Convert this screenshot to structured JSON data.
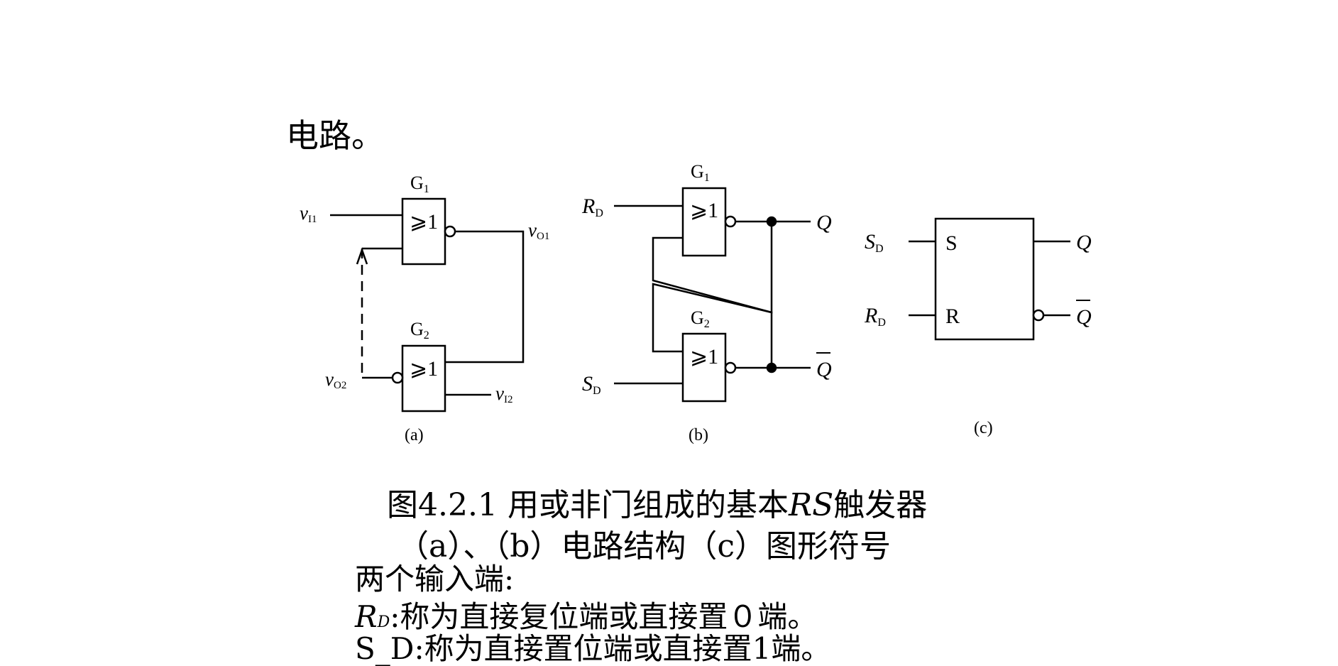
{
  "intro_text": "电路。",
  "figure": {
    "a": {
      "panel_label": "(a)",
      "gate_top_label_main": "G",
      "gate_top_label_sub": "1",
      "gate_bottom_label_main": "G",
      "gate_bottom_label_sub": "2",
      "gate_symbol": "⩾1",
      "in1_main": "v",
      "in1_sub": "I1",
      "out1_main": "v",
      "out1_sub": "O1",
      "out2_main": "v",
      "out2_sub": "O2",
      "in2_main": "v",
      "in2_sub": "I2"
    },
    "b": {
      "panel_label": "(b)",
      "gate_top_label_main": "G",
      "gate_top_label_sub": "1",
      "gate_bottom_label_main": "G",
      "gate_bottom_label_sub": "2",
      "gate_symbol": "⩾1",
      "rd_main": "R",
      "rd_sub": "D",
      "sd_main": "S",
      "sd_sub": "D",
      "q": "Q",
      "qbar": "Q"
    },
    "c": {
      "panel_label": "(c)",
      "sd_main": "S",
      "sd_sub": "D",
      "rd_main": "R",
      "rd_sub": "D",
      "pin_s": "S",
      "pin_r": "R",
      "q": "Q",
      "qbar": "Q"
    }
  },
  "caption": {
    "line1_prefix": "图4.2.1 用或非门组成的基本",
    "line1_italic": "RS",
    "line1_suffix": "触发器",
    "line2": "（a）、（b）电路结构（c）图形符号"
  },
  "body": {
    "inputs_heading": "两个输入端:",
    "rd_label_main": "R",
    "rd_label_sub": "D",
    "rd_desc": ":称为直接复位端或直接置０端。",
    "next_line_partial": "S_D:称为直接置位端或直接置1端。"
  }
}
